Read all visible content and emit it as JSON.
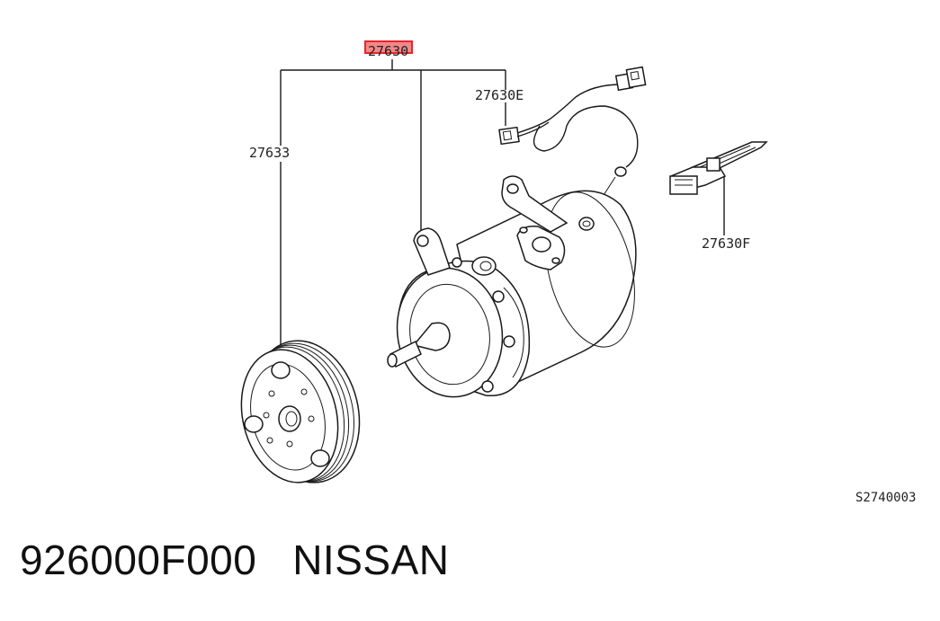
{
  "diagram": {
    "callouts": {
      "main": "27630",
      "pulley": "27633",
      "harness": "27630E",
      "clip": "27630F"
    },
    "highlight_color": "#e8252a",
    "ref_code": "S2740003"
  },
  "caption": {
    "part_number": "926000F000",
    "brand": "NISSAN"
  }
}
